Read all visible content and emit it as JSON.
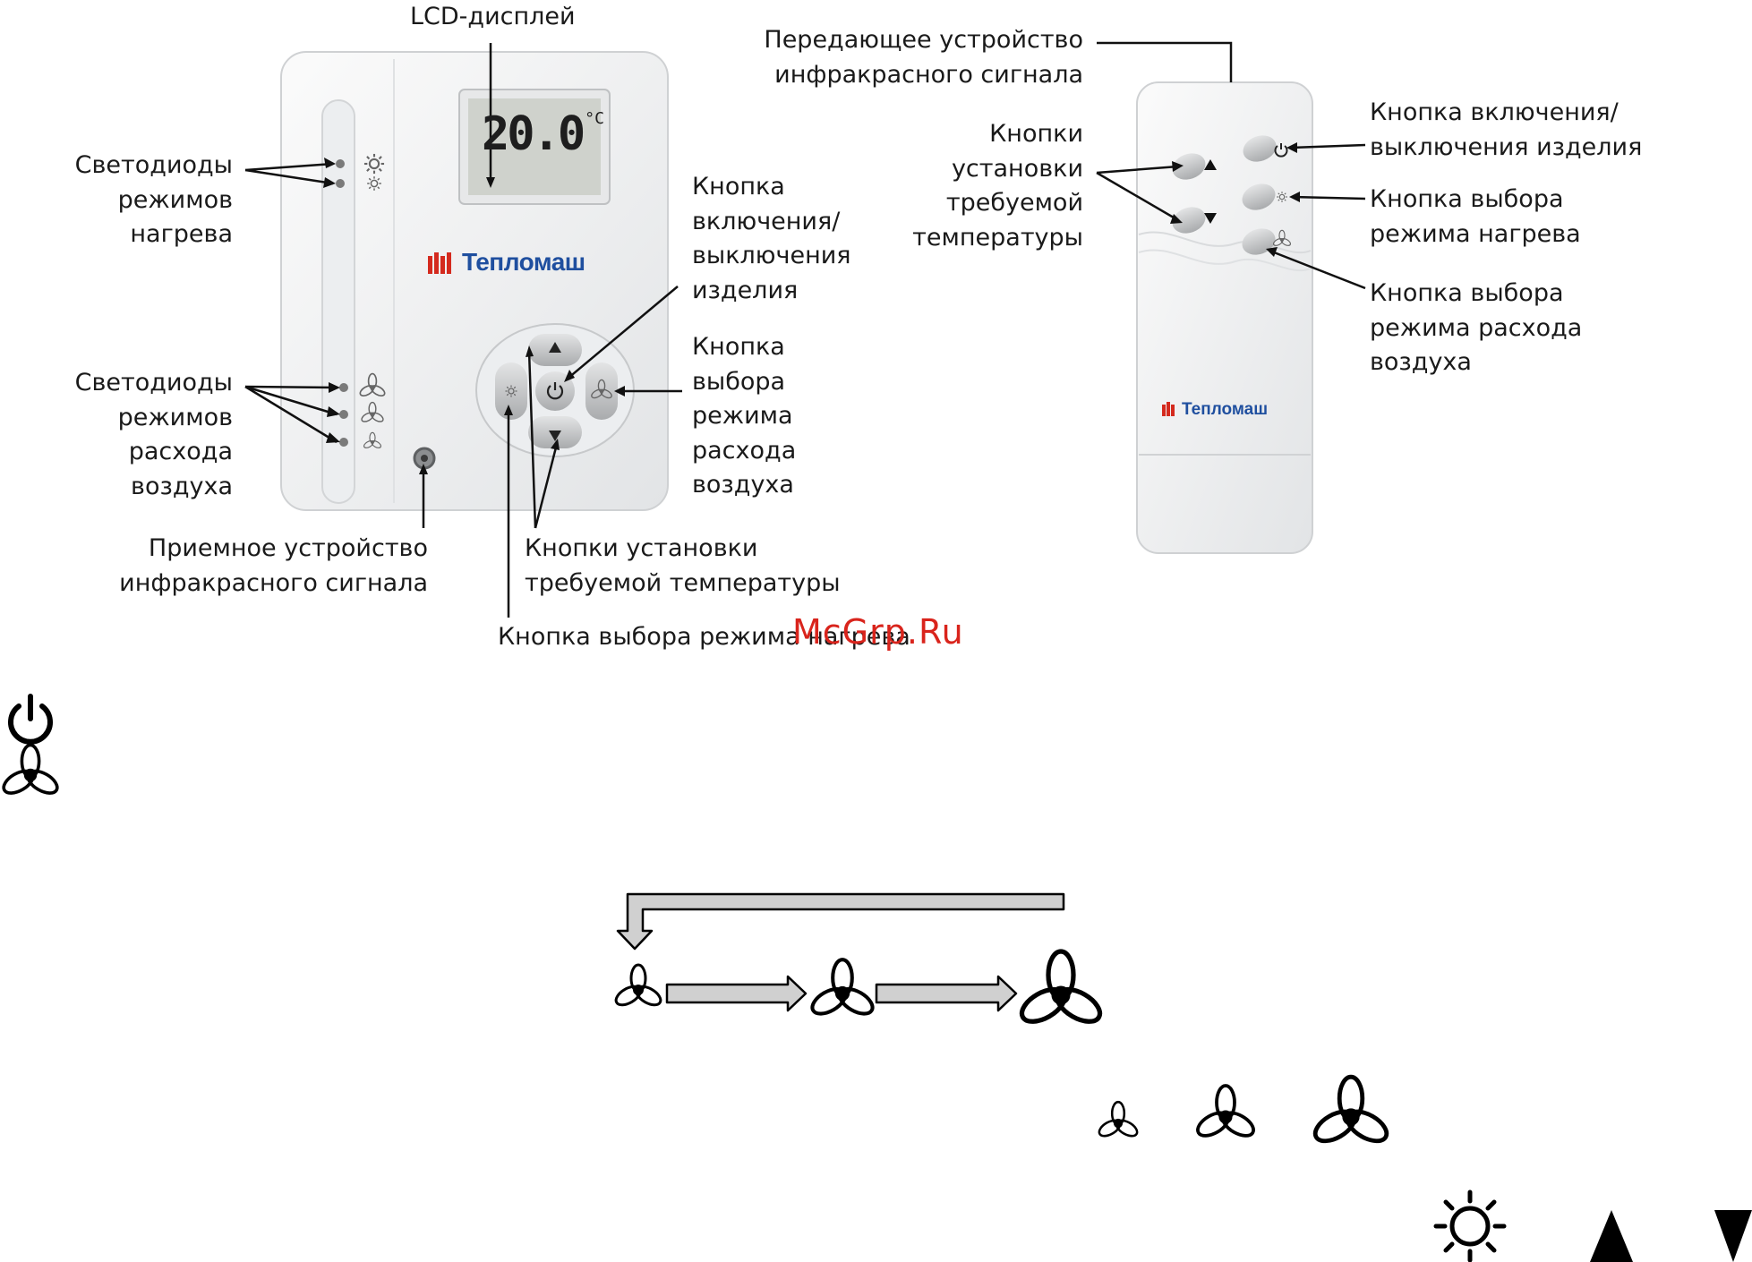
{
  "watermark": "McGrp.Ru",
  "thermostat": {
    "lcd_label": "LCD-дисплей",
    "lcd_value": "20.0",
    "lcd_unit": "°C",
    "brand": "Тепломаш",
    "leds_heating_label": "Светодиоды\nрежимов\nнагрева",
    "leds_air_label": "Светодиоды\nрежимов\nрасхода\nвоздуха",
    "ir_receiver_label": "Приемное устройство\nинфракрасного сигнала",
    "power_button_label": "Кнопка\nвключения/\nвыключения\nизделия",
    "air_mode_button_label": "Кнопка\nвыбора\nрежима\nрасхода\nвоздуха",
    "temp_buttons_label": "Кнопки установки\nтребуемой температуры",
    "heat_mode_button_label": "Кнопка выбора режима нагрева"
  },
  "remote": {
    "ir_transmitter_label": "Передающее устройство\nинфракрасного сигнала",
    "temp_buttons_label": "Кнопки\nустановки\nтребуемой\nтемпературы",
    "power_button_label": "Кнопка включения/\nвыключения изделия",
    "heat_mode_button_label": "Кнопка выбора\nрежима нагрева",
    "air_mode_button_label": "Кнопка выбора\nрежима расхода\nвоздуха",
    "brand": "Тепломаш"
  },
  "colors": {
    "device_body": "#f2f3f4",
    "device_edge": "#d6d8da",
    "button": "#c7c9cb",
    "brand_red": "#d42a1e",
    "brand_blue": "#1f4f9f",
    "arrow_fill": "#d0d0d0",
    "lcd": "#cfd2cc"
  },
  "icons": [
    "power-icon",
    "fan-icon",
    "sun-icon",
    "up-triangle-icon",
    "down-triangle-icon"
  ]
}
